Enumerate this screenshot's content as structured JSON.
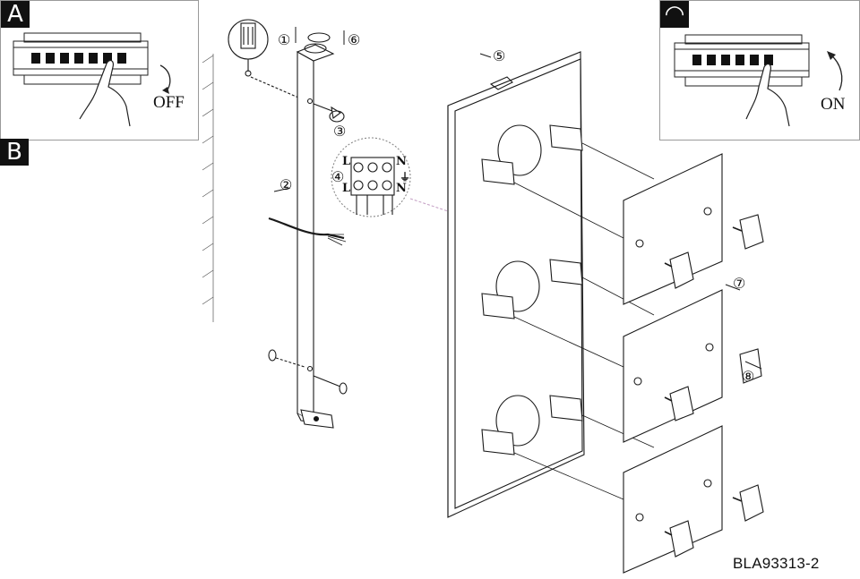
{
  "panel_a": {
    "label": "A",
    "state_text": "OFF"
  },
  "panel_b": {
    "label": "B"
  },
  "panel_c": {
    "label": "◠",
    "state_text": "ON"
  },
  "model_number": "BLA93313-2",
  "steps": [
    "①",
    "②",
    "③",
    "④",
    "⑤",
    "⑥",
    "⑦",
    "⑧"
  ],
  "terminals": {
    "live_left": "L",
    "live_right": "L",
    "neutral_top": "N",
    "neutral_bottom": "N",
    "earth_symbol": "⏚"
  }
}
